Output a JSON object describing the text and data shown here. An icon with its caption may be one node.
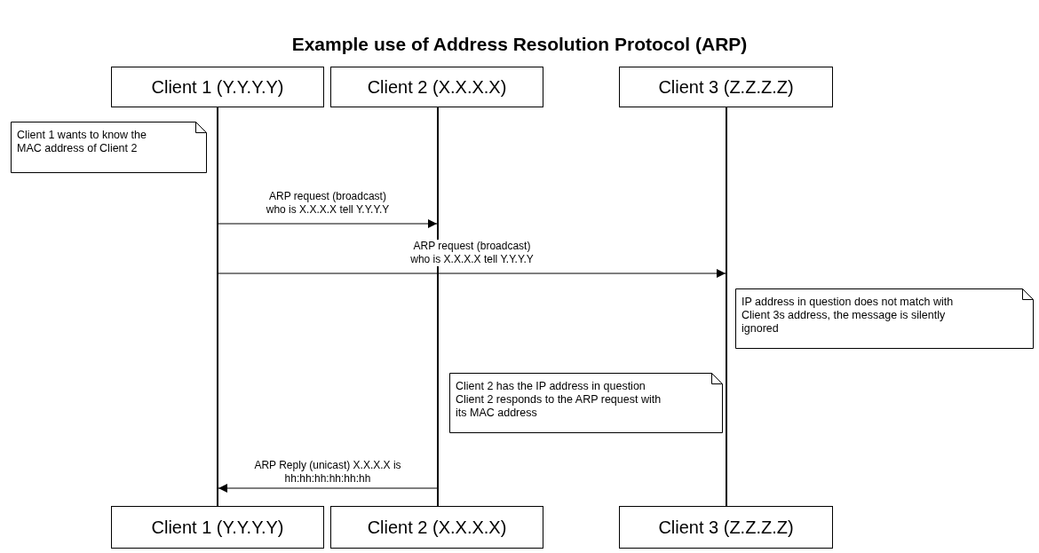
{
  "diagram": {
    "title": "Example use of Address Resolution Protocol (ARP)",
    "nodes": [
      {
        "text": [
          "Client 1 (Y.Y.Y.Y)"
        ]
      },
      {
        "text": [
          "Client 2 (X.X.X.X)"
        ]
      },
      {
        "text": [
          "Client 3 (Z.Z.Z.Z)"
        ]
      },
      {
        "text": [
          "Client 1 wants to know the MAC address of Client 2"
        ]
      },
      {
        "text": [],
        "shape": "bar"
      },
      {
        "text": [],
        "shape": "bar"
      },
      {
        "text": [],
        "shape": "bar"
      },
      {
        "text": [
          "IP address in question does not match with Client 3s address, the message is silently ignored"
        ]
      },
      {
        "text": [
          "Client 2 has the IP address in question Client 2 responds to the ARP request with its MAC address"
        ]
      },
      {
        "text": [
          "Client 1 (Y.Y.Y.Y)"
        ]
      },
      {
        "text": [
          "Client 2 (X.X.X.X)"
        ]
      },
      {
        "text": [
          "Client 3 (Z.Z.Z.Z)"
        ]
      }
    ],
    "edges": [
      {
        "from": 4,
        "to": 5,
        "arrow": "to",
        "label": "ARP request (broadcast) who is X.X.X.X tell Y.Y.Y.Y"
      },
      {
        "from": 4,
        "to": 6,
        "arrow": "to",
        "label": "ARP request (broadcast) who is X.X.X.X tell Y.Y.Y.Y"
      },
      {
        "from": 5,
        "to": 4,
        "arrow": "to",
        "label": "ARP Reply (unicast) X.X.X.X is hh:hh:hh:hh:hh:hh"
      }
    ]
  }
}
